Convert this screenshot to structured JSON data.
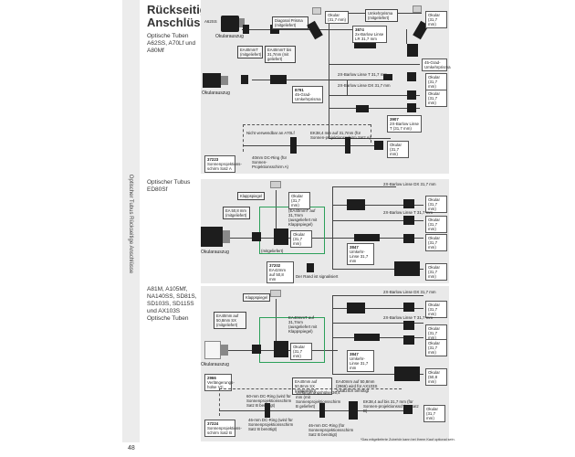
{
  "sidebar": {
    "vertical_title": "Optischer Tubus Rückseitige Anschlüsse",
    "page_number": "48"
  },
  "section1": {
    "heading_line1": "Rückseitige",
    "heading_line2": "Anschlüsse:",
    "subtitle": "Optische Tuben A62SS, A70Lf und A80Mf",
    "labels": {
      "a62ss": "A62SS",
      "okularauszug_top": "Okularauszug",
      "diag_prisma": "Diagonal Prisma (mitgeliefert)",
      "okular_31a": "Okular (31,7 mm)",
      "umkehrprisma": "Umkehrprisma (mitgeliefert)",
      "okular_31b": "Okular (31,7 mm)",
      "ea40_a": "EA40mmT (mitgeliefert)",
      "ea40_b": "EA40mmT bis 31,7mm (mit geliefert)",
      "barlow_3874": "3874",
      "barlow_3874_text": "2x-Barlow Linse LR 31,7 mm",
      "okularauszug_left": "Okularauszug",
      "grad45": "45-Grad-Umkehrprisma",
      "barlow_t": "2X-Barlow Linse T 31,7 mm",
      "barlow_dx": "2X-Barlow Linse DX 31,7 mm",
      "part_8791": "8791",
      "part_8791_text": "45-Grad-Umkehrprisma",
      "okular_c": "Okular (31,7 mm)",
      "okular_d": "Okular (31,7 mm)",
      "part_3907": "3907",
      "part_3907_text": "2X-Barlow Linse T (31,7 mm)",
      "nicht": "Nicht verwendbar an A70Lf",
      "ek": "EK38,4 mm auf 31,7mm (für Sonnen-projektionsschirm Satz A)",
      "okular_e": "Okular (31,7 mm)",
      "part_37223": "37223",
      "part_37223_text": "Sonnenprojektions-schirm Satz A",
      "ring": "40mm DC-Ring (für Sonnen-Projektionsschirm A)"
    }
  },
  "section2": {
    "title_line1": "Optischer Tubus",
    "title_line2": "ED80Sf",
    "labels": {
      "klappspiegel": "Klappspiegel",
      "okular_a": "Okular (31,7 mm)",
      "ea": "EA 50,8 mm (mitgeliefert)",
      "okular_b": "Okular (31,7 mm)",
      "auf": "(EA40mmT auf 31,7mm (ausgeliefert mit Klappspiegel)",
      "barlow_dx": "2X-Barlow Linse DX 31,7 mm",
      "barlow_t": "2X-Barlow Linse T 31,7 mm",
      "okular_c": "Okular (31,7 mm)",
      "okular_d": "Okular (31,7 mm)",
      "okular_e": "Okular (31,7 mm)",
      "mitgeliefert": "(mitgeliefert)",
      "okularauszug": "Okularauszug",
      "part_3847": "3847",
      "part_3847_text": "Umkehr- Linse 31,7 mm",
      "part_37202": "37202",
      "part_37202_text": "EA42mm auf 50,8 mm",
      "fernrohr": "Der Rand ist signalisiert",
      "okular_f": "Okular (31,7 mm)"
    }
  },
  "section3": {
    "title": "A81M, A105Mf, NA140SS, SD81S, SD103S, SD115S und AX103S Optische Tuben",
    "labels": {
      "klappspiegel": "Klappspiegel",
      "ea40": "EA40mm auf 50,8mm SX (mitgeliefert)",
      "ea40t": "EA40mmT auf 31,7mm (ausgeliefert mit Klappspiegel)",
      "okular_a": "Okular (31,7 mm)",
      "barlow_dx": "2X-Barlow Linse DX 31,7 mm",
      "barlow_t": "2X-Barlow Linse T 31,7 mm",
      "okular_b": "Okular (31,7 mm)",
      "okular_c": "Okular (31,7 mm)",
      "okular_d": "Okular (31,7 mm)",
      "okularauszug": "Okularauszug",
      "part_2966": "2966",
      "part_2966_text": "Verlängerungs- hülse VC",
      "part_3847": "3847",
      "part_3847_text": "Umkehr- Linse 31,7 mm",
      "okular_e": "Okular (50,8 mm)",
      "ea_sx": "EA40mm auf 50,8mm SX (mitgeliefert)",
      "ea_sx_note": "EA40mm auf 50,8mm (2966) wird für AX103S zusätzlich benötigt",
      "dc_a": "60-mm DC-Ring (wird für Sonnenprojektionsschirm Satz B benötigt)",
      "verl": "Verlängerungshülse 36,4 mm (mit Sonnenprojektionsschirm B geliefert)",
      "dc_b": "46-mm DC-Ring (wird für Sonnenprojektionsschirm Satz B benötigt)",
      "ek": "EK38,4 auf bis 31,7 mm (für Sonnen-projektionsschirm Satz B)",
      "okular_f": "Okular (31,7 mm)",
      "part_37224": "37224",
      "part_37224_text": "Sonnenprojektions-schirm Satz B",
      "dc_c": "46-mm DC-Ring (für Sonnenprojektionsschirm Satz B benötigt)"
    },
    "footnote": "*Das mitgelieferte Zubehör kann bei Ihrem Kauf optional sein."
  }
}
